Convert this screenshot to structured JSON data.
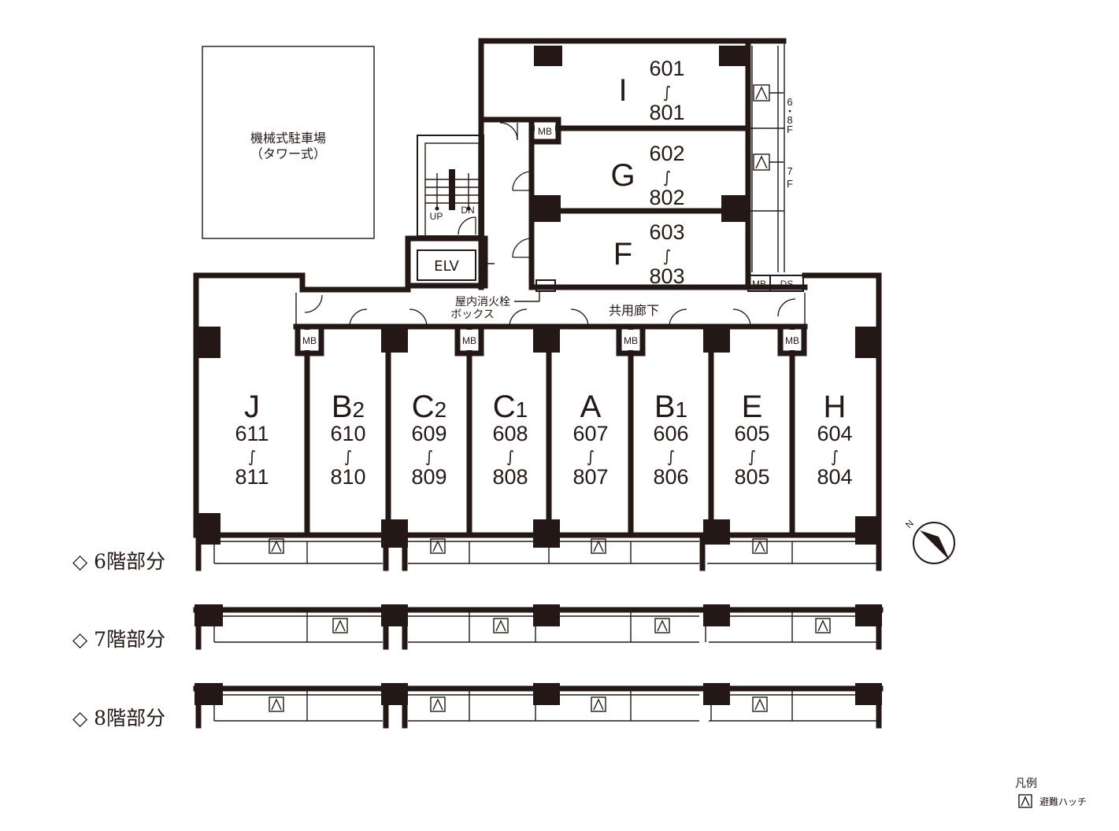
{
  "parking": {
    "line1": "機械式駐車場",
    "line2": "（タワー式）"
  },
  "elevator": "ELV",
  "stairs": {
    "up": "UP",
    "down": "DN"
  },
  "hydrant": {
    "line1": "屋内消火栓",
    "line2": "ボックス"
  },
  "corridor": "共用廊下",
  "meter_box": "MB",
  "duct_space": "DS",
  "north": "N",
  "upper_units": [
    {
      "letter": "I",
      "from": "601",
      "to": "801"
    },
    {
      "letter": "G",
      "from": "602",
      "to": "802"
    },
    {
      "letter": "F",
      "from": "603",
      "to": "803"
    }
  ],
  "south_units": [
    {
      "letter": "J",
      "sub": "",
      "from": "611",
      "to": "811"
    },
    {
      "letter": "B",
      "sub": "2",
      "from": "610",
      "to": "810"
    },
    {
      "letter": "C",
      "sub": "2",
      "from": "609",
      "to": "809"
    },
    {
      "letter": "C",
      "sub": "1",
      "from": "608",
      "to": "808"
    },
    {
      "letter": "A",
      "sub": "",
      "from": "607",
      "to": "807"
    },
    {
      "letter": "B",
      "sub": "1",
      "from": "606",
      "to": "806"
    },
    {
      "letter": "E",
      "sub": "",
      "from": "605",
      "to": "805"
    },
    {
      "letter": "H",
      "sub": "",
      "from": "604",
      "to": "804"
    }
  ],
  "range_mark": "∫",
  "hatch_note_68": [
    "6",
    "・",
    "8",
    "F"
  ],
  "hatch_note_7": [
    "7",
    "F"
  ],
  "floors": [
    {
      "label": "◇ 6階部分"
    },
    {
      "label": "◇ 7階部分"
    },
    {
      "label": "◇ 8階部分"
    }
  ],
  "legend": {
    "title": "凡例",
    "item": "避難ハッチ"
  },
  "colors": {
    "ink": "#231815",
    "background": "#ffffff"
  }
}
